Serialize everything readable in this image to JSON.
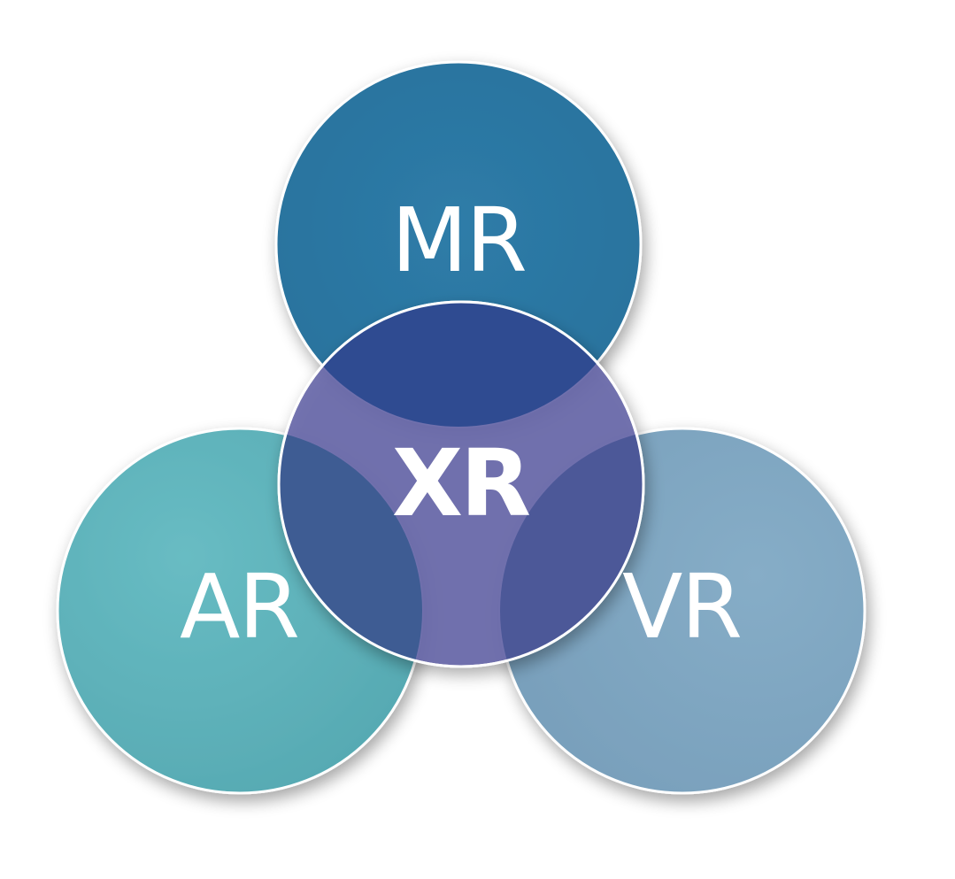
{
  "diagram": {
    "circles": {
      "mr": {
        "label": "MR",
        "color": "#2b78a4"
      },
      "ar": {
        "label": "AR",
        "color": "#5fb2b9"
      },
      "vr": {
        "label": "VR",
        "color": "#7fa7c2"
      },
      "xr": {
        "label": "XR",
        "color": "#6a6aaa"
      }
    },
    "overlap_colors": {
      "mr_xr": "#2f4b91",
      "ar_xr": "#3e5c93",
      "vr_xr": "#4c5898"
    }
  }
}
